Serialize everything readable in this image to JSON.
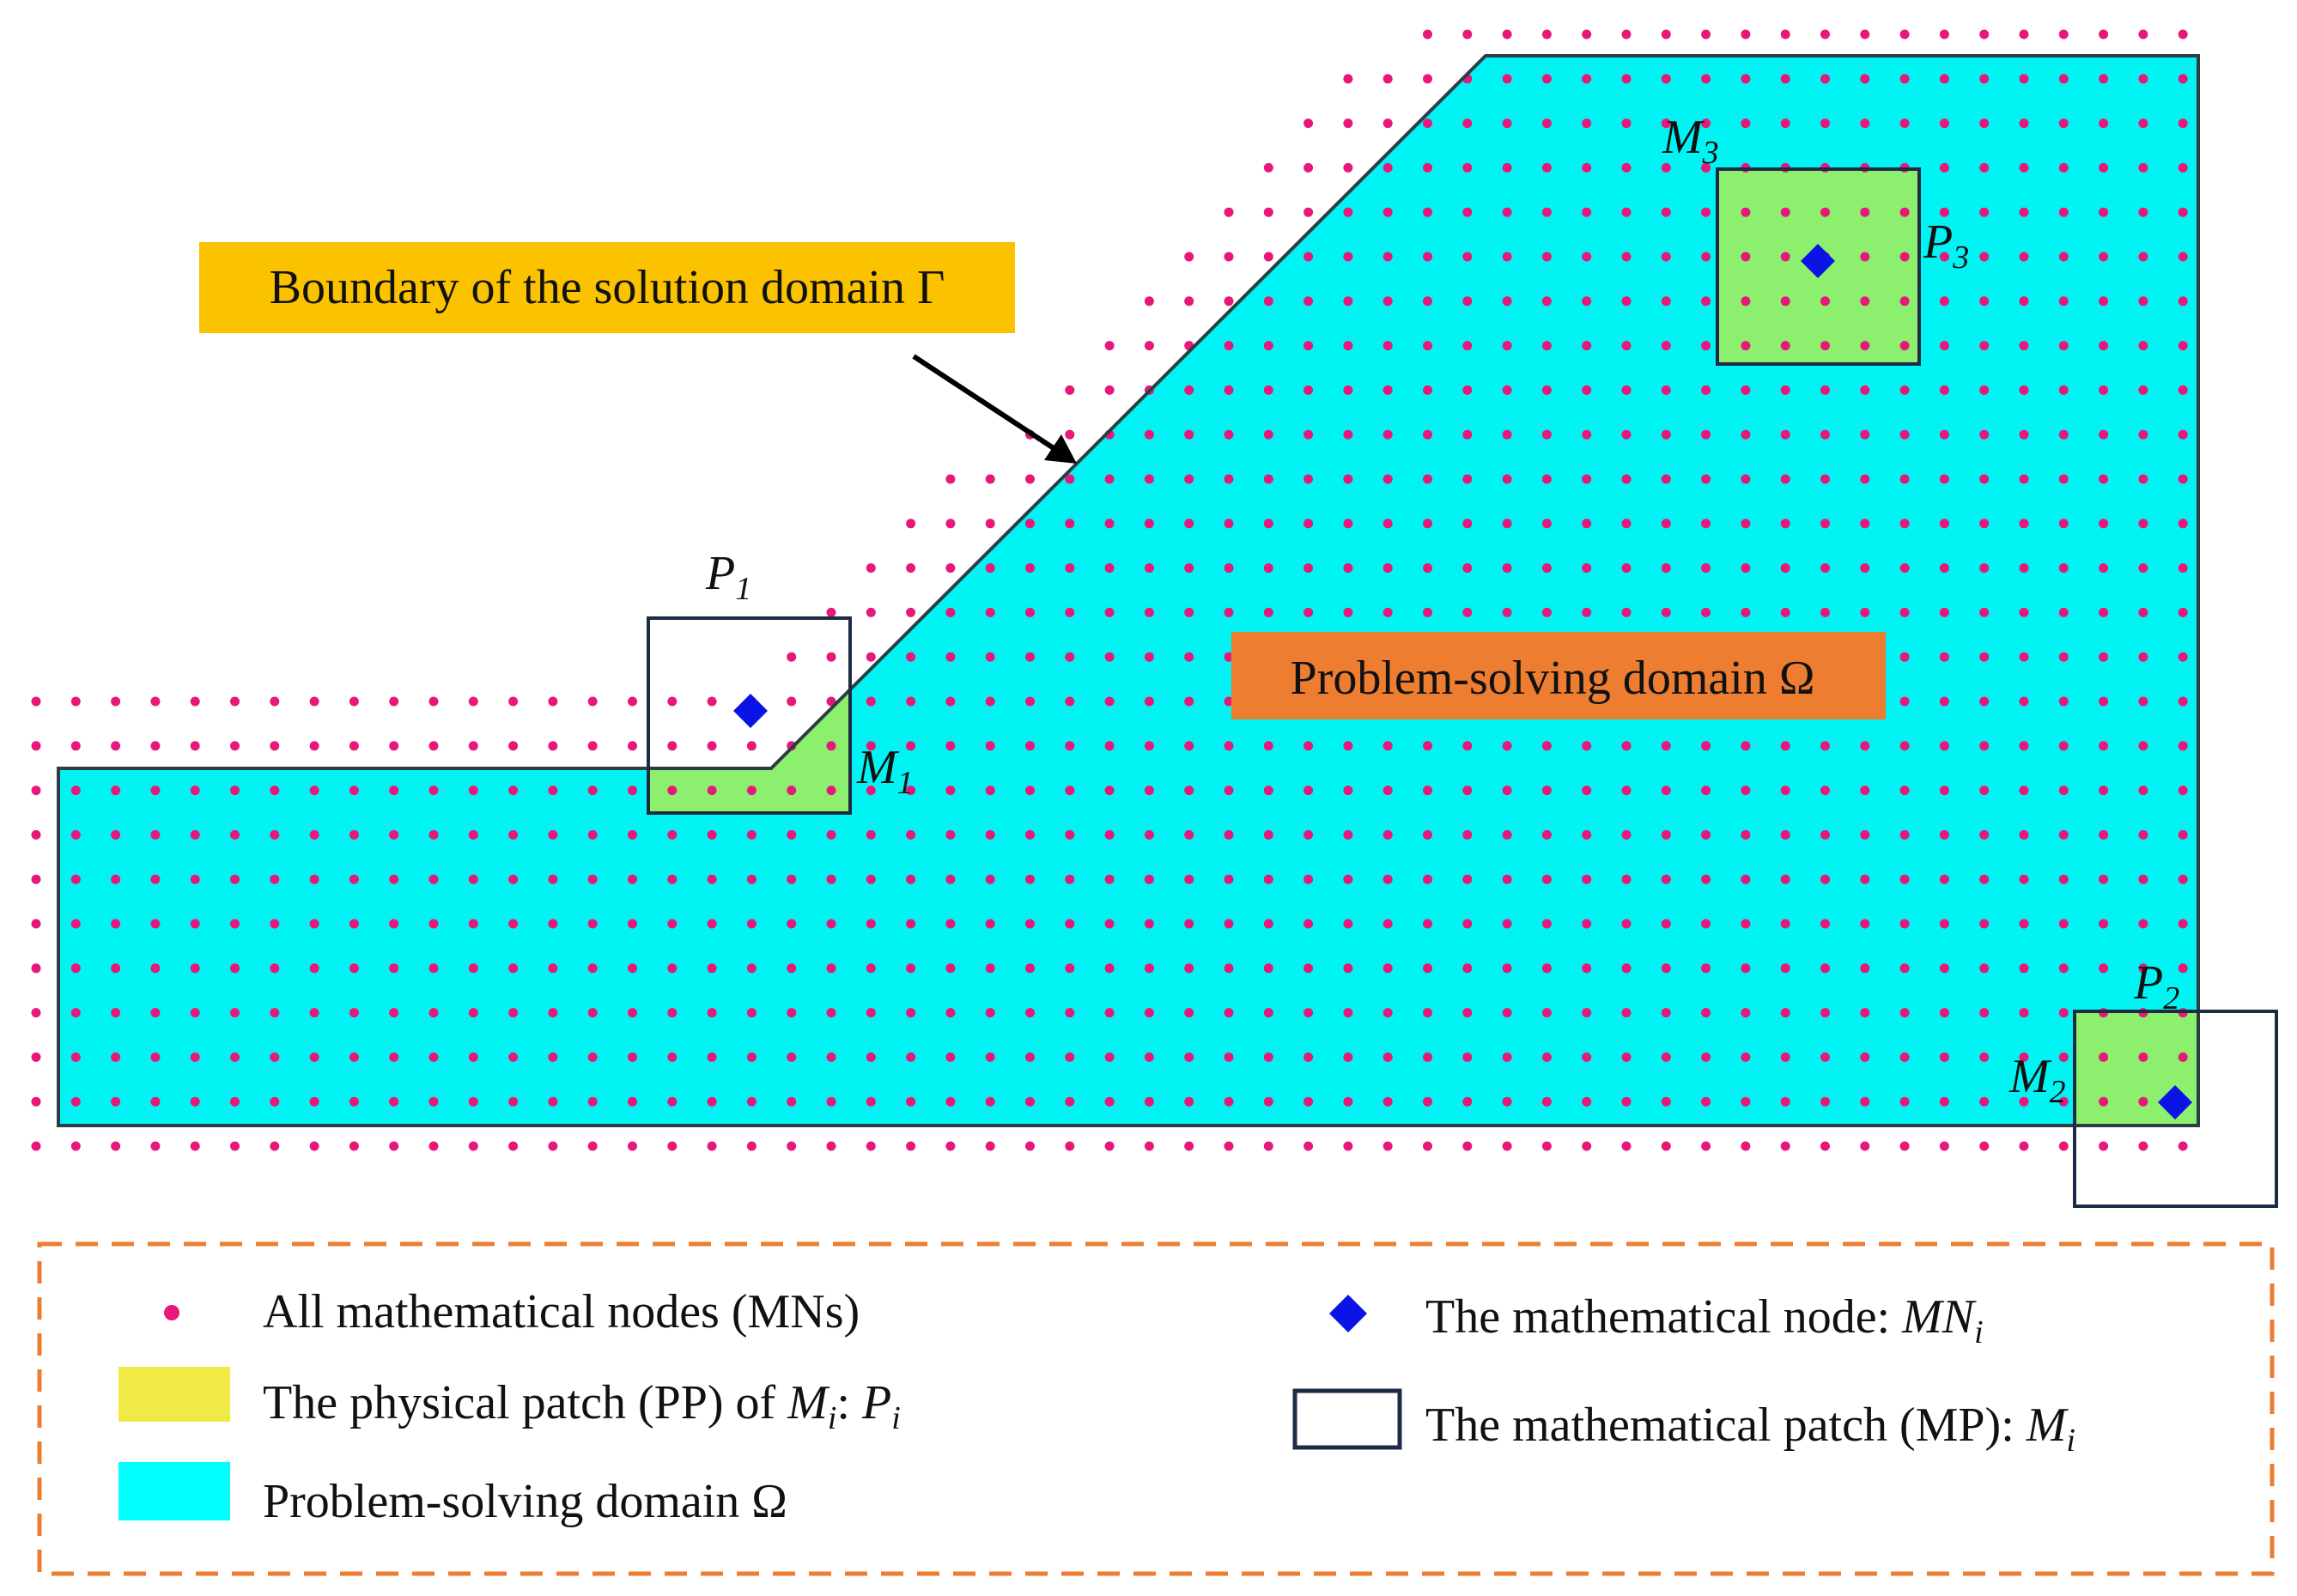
{
  "diagram": {
    "callouts": {
      "boundary": "Boundary of the solution domain Γ",
      "domain": "Problem-solving domain Ω"
    },
    "colors": {
      "domain_fill": "#00f4f4",
      "patch_fill": "#8cf06e",
      "node_dot": "#e8177a",
      "math_node": "#0a14e6",
      "boundary_callout_bg": "#fbc200",
      "domain_callout_bg": "#ed7d31",
      "legend_border": "#ed7d31",
      "legend_pp_swatch": "#f2ea44",
      "legend_domain_swatch": "#00ffff",
      "patch_outline": "#1d2b45"
    },
    "patches": [
      {
        "p_main": "P",
        "p_sub": "1",
        "m_main": "M",
        "m_sub": "1"
      },
      {
        "p_main": "P",
        "p_sub": "2",
        "m_main": "M",
        "m_sub": "2"
      },
      {
        "p_main": "P",
        "p_sub": "3",
        "m_main": "M",
        "m_sub": "3"
      }
    ],
    "legend": {
      "all_nodes": "All mathematical nodes (MNs)",
      "pp_prefix": "The physical patch (PP) of ",
      "pp_mi": "M",
      "pp_mi_sub": "i",
      "pp_colon": ": ",
      "pp_pi": "P",
      "pp_pi_sub": "i",
      "domain": "Problem-solving domain  Ω",
      "mn_prefix": "The mathematical node: ",
      "mn_var": "MN",
      "mn_sub": "i",
      "mp_prefix": "The mathematical patch (MP): ",
      "mp_var": "M",
      "mp_sub": "i"
    }
  }
}
